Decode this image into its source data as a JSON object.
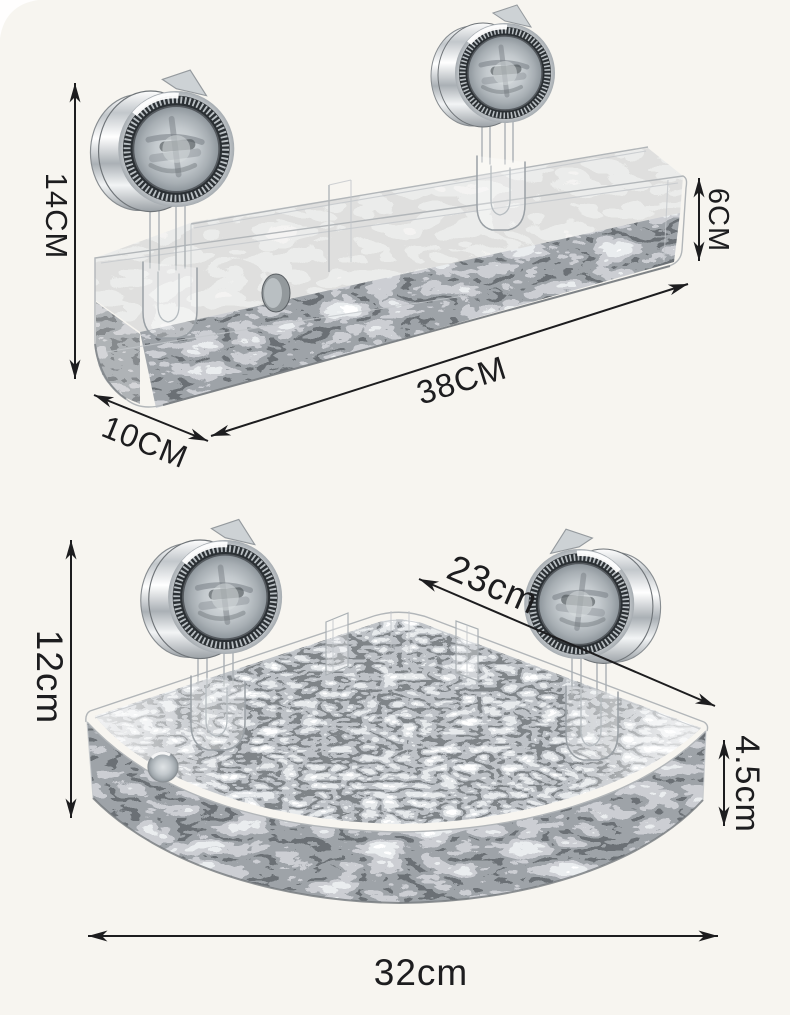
{
  "colors": {
    "background": "#f7f5f0",
    "dimension_ink": "#1d1d1f",
    "plastic_edge": "#b2b6b9",
    "chrome_dark": "#2b3034"
  },
  "top_shelf": {
    "dimensions": {
      "height": "14CM",
      "front_height": "6CM",
      "length": "38CM",
      "depth": "10CM"
    }
  },
  "corner_shelf": {
    "dimensions": {
      "height": "12cm",
      "side_depth": "23cm",
      "front_height": "4.5cm",
      "width": "32cm"
    }
  }
}
